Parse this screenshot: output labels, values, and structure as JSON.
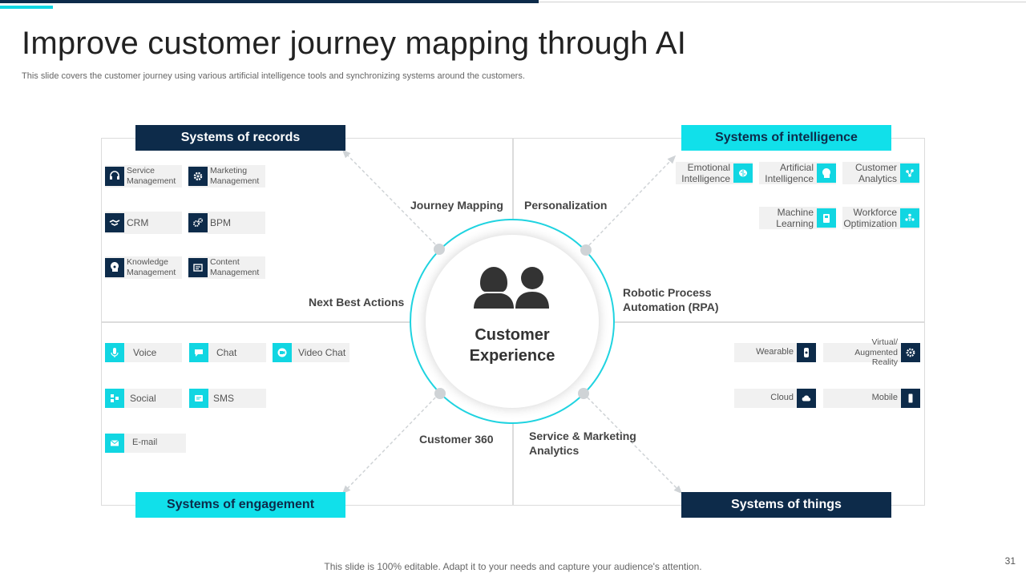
{
  "title": "Improve customer journey mapping through AI",
  "subtitle": "This slide covers the customer journey using various artificial intelligence tools and synchronizing systems around the customers.",
  "center": {
    "line1": "Customer",
    "line2": "Experience",
    "icon": "people-icon"
  },
  "quadrants": {
    "records": {
      "header": "Systems of records",
      "items": [
        {
          "label": "Service Management",
          "icon": "headset-icon"
        },
        {
          "label": "Marketing Management",
          "icon": "gear-icon"
        },
        {
          "label": "CRM",
          "icon": "handshake-icon"
        },
        {
          "label": "BPM",
          "icon": "cogs-icon"
        },
        {
          "label": "Knowledge Management",
          "icon": "brain-gear-icon"
        },
        {
          "label": "Content Management",
          "icon": "document-icon"
        }
      ]
    },
    "intelligence": {
      "header": "Systems of intelligence",
      "items": [
        {
          "label": "Emotional Intelligence",
          "icon": "brain-icon"
        },
        {
          "label": "Artificial Intelligence",
          "icon": "head-icon"
        },
        {
          "label": "Customer Analytics",
          "icon": "analytics-icon"
        },
        {
          "label": "Machine Learning",
          "icon": "robot-icon"
        },
        {
          "label": "Workforce Optimization",
          "icon": "team-icon"
        }
      ]
    },
    "engagement": {
      "header": "Systems of engagement",
      "items": [
        {
          "label": "Voice",
          "icon": "microphone-icon"
        },
        {
          "label": "Chat",
          "icon": "chat-icon"
        },
        {
          "label": "Video Chat",
          "icon": "video-icon"
        },
        {
          "label": "Social",
          "icon": "share-icon"
        },
        {
          "label": "SMS",
          "icon": "sms-icon"
        },
        {
          "label": "E-mail",
          "icon": "email-icon"
        }
      ]
    },
    "things": {
      "header": "Systems of things",
      "items": [
        {
          "label": "Wearable",
          "icon": "watch-icon"
        },
        {
          "label": "Virtual/ Augmented Reality",
          "icon": "vr-gear-icon"
        },
        {
          "label": "Cloud",
          "icon": "cloud-icon"
        },
        {
          "label": "Mobile",
          "icon": "mobile-icon"
        }
      ]
    }
  },
  "spokes": {
    "journey_mapping": "Journey Mapping",
    "personalization": "Personalization",
    "next_best_actions": "Next Best Actions",
    "rpa_line1": "Robotic Process",
    "rpa_line2": "Automation (RPA)",
    "customer_360": "Customer 360",
    "sma_line1": "Service & Marketing",
    "sma_line2": "Analytics"
  },
  "footer": "This slide is 100% editable. Adapt it to your needs and capture your audience's attention.",
  "page_number": "31",
  "colors": {
    "navy": "#0d2b4a",
    "cyan": "#11e0ea",
    "gray_box": "#f1f1f1"
  }
}
